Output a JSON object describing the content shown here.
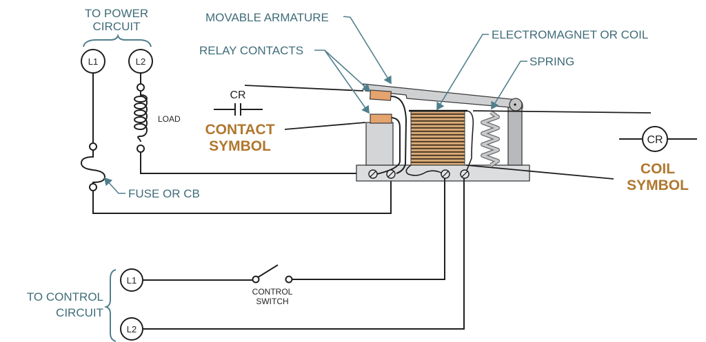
{
  "diagram": {
    "title_labels": {
      "power_circuit": [
        "TO POWER",
        "CIRCUIT"
      ],
      "control_circuit": [
        "TO CONTROL",
        "CIRCUIT"
      ]
    },
    "callouts": {
      "movable_armature": "MOVABLE ARMATURE",
      "relay_contacts": "RELAY CONTACTS",
      "electromagnet": "ELECTROMAGNET OR COIL",
      "spring": "SPRING",
      "fuse": "FUSE OR CB",
      "load": "LOAD"
    },
    "power_terminals": [
      "L1",
      "L2"
    ],
    "control_terminals": [
      "L1",
      "L2"
    ],
    "control_switch": [
      "CONTROL",
      "SWITCH"
    ],
    "contact_symbol": {
      "tag": "CR",
      "caption": [
        "CONTACT",
        "SYMBOL"
      ]
    },
    "coil_symbol": {
      "tag": "CR",
      "caption": [
        "COIL",
        "SYMBOL"
      ]
    },
    "colors": {
      "label_teal": "#3f6c78",
      "symbol_orange": "#b0772e",
      "contact_copper": "#e5a36e",
      "relay_gray": "#d4d5d7",
      "wire": "#1e1e1e"
    }
  }
}
